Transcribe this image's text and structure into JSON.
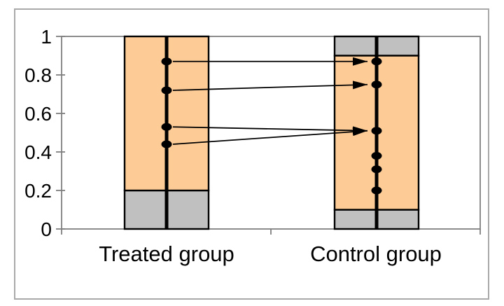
{
  "chart_data": {
    "type": "other",
    "description": "Matching diagram: propensity-score style common-support plot with two vertical group bars, matched points and arrows from treated to control units",
    "title": "",
    "xlabel": "",
    "ylabel": "",
    "ylim": [
      0,
      1
    ],
    "yticks": [
      0,
      0.2,
      0.4,
      0.6,
      0.8,
      1
    ],
    "ytick_labels": [
      "0",
      "0.2",
      "0.4",
      "0.6",
      "0.8",
      "1"
    ],
    "categories": [
      "Treated group",
      "Control group"
    ],
    "grid": false,
    "legend": "none",
    "groups": [
      {
        "name": "Treated group",
        "support_range": [
          0.2,
          1.0
        ],
        "off_support_ranges": [
          [
            0.0,
            0.2
          ]
        ],
        "points": [
          0.87,
          0.72,
          0.53,
          0.44
        ]
      },
      {
        "name": "Control group",
        "support_range": [
          0.1,
          0.9
        ],
        "off_support_ranges": [
          [
            0.0,
            0.1
          ],
          [
            0.9,
            1.0
          ]
        ],
        "points": [
          0.87,
          0.75,
          0.51,
          0.38,
          0.31,
          0.2
        ]
      }
    ],
    "matches": [
      {
        "from": 0.87,
        "to": 0.87
      },
      {
        "from": 0.72,
        "to": 0.75
      },
      {
        "from": 0.53,
        "to": 0.51
      },
      {
        "from": 0.44,
        "to": 0.51
      }
    ],
    "colors": {
      "support_fill": "#FCCB96",
      "off_support_fill": "#C0C0C0",
      "bar_outline": "#000000",
      "center_line": "#000000",
      "point": "#000000",
      "arrow": "#000000",
      "axis": "#7F7F7F",
      "outer_border": "#A9A9A9",
      "text": "#000000",
      "background": "#FFFFFF"
    }
  }
}
